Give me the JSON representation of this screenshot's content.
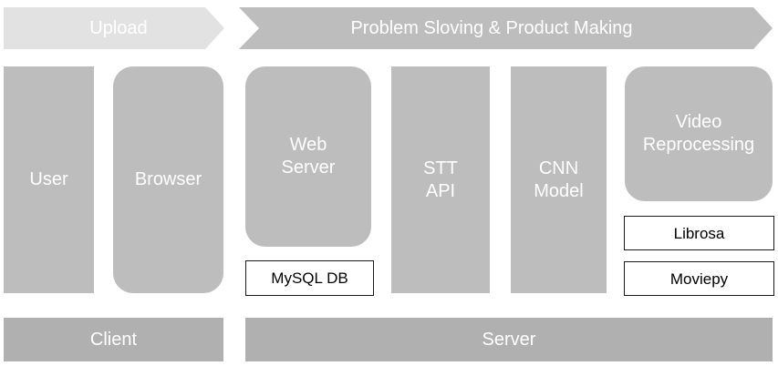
{
  "process": {
    "upload_label": "Upload",
    "making_label": "Problem Sloving & Product Making"
  },
  "components": {
    "user": "User",
    "browser": "Browser",
    "web_server": "Web\nServer",
    "stt_api": "STT\nAPI",
    "cnn_model": "CNN\nModel",
    "video_reprocessing": "Video\nReprocessing"
  },
  "libraries": {
    "mysql": "MySQL DB",
    "librosa": "Librosa",
    "moviepy": "Moviepy"
  },
  "tiers": {
    "client": "Client",
    "server": "Server"
  },
  "colors": {
    "arrow_upload": "#e2e2e2",
    "arrow_making": "#bdbdbd",
    "box": "#bdbdbd",
    "tier": "#b0b0b0"
  }
}
